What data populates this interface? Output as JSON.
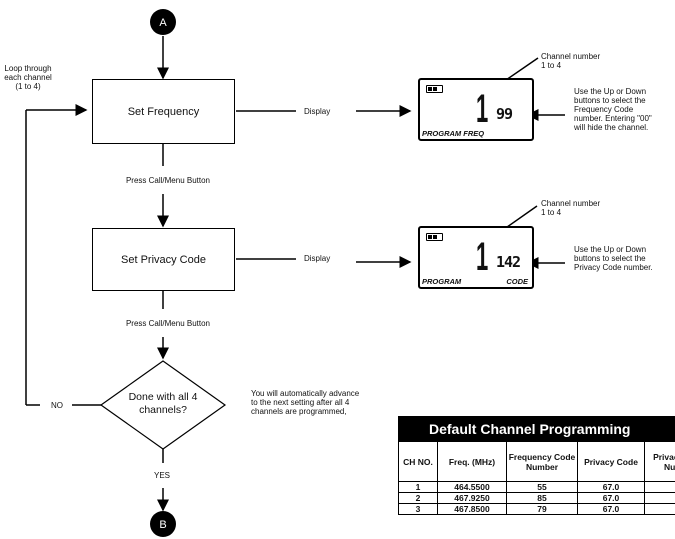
{
  "nodes": {
    "start": "A",
    "end": "B",
    "set_frequency": "Set Frequency",
    "set_privacy": "Set Privacy Code",
    "decision_line1": "Done with all 4",
    "decision_line2": "channels?"
  },
  "labels": {
    "loop_line1": "Loop through",
    "loop_line2": "each channel",
    "loop_line3": "(1 to 4)",
    "press_call_1": "Press Call/Menu Button",
    "press_call_2": "Press Call/Menu Button",
    "display_1": "Display",
    "display_2": "Display",
    "no": "NO",
    "yes": "YES",
    "auto_advance_1": "You will automatically advance",
    "auto_advance_2": "to the next setting after all 4",
    "auto_advance_3": "channels are programmed,"
  },
  "lcd_freq": {
    "channel": "1",
    "code": "99",
    "footer_left": "PROGRAM FREQ",
    "callout_channel_1": "Channel number",
    "callout_channel_2": "1 to 4",
    "callout_1": "Use the Up or Down",
    "callout_2": "buttons to select the",
    "callout_3": "Frequency Code",
    "callout_4": "number. Entering \"00\"",
    "callout_5": "will hide the channel."
  },
  "lcd_privacy": {
    "channel": "1",
    "code": "142",
    "footer_left": "PROGRAM",
    "footer_right": "CODE",
    "callout_channel_1": "Channel number",
    "callout_channel_2": "1 to 4",
    "callout_1": "Use the Up or Down",
    "callout_2": "buttons to select the",
    "callout_3": "Privacy Code number."
  },
  "table": {
    "title": "Default Channel Programming",
    "headers": [
      "CH NO.",
      "Freq. (MHz)",
      "Frequency Code Number",
      "Privacy Code",
      "Privacy Code Number"
    ],
    "rows": [
      [
        "1",
        "464.5500",
        "55",
        "67.0",
        ""
      ],
      [
        "2",
        "467.9250",
        "85",
        "67.0",
        ""
      ],
      [
        "3",
        "467.8500",
        "79",
        "67.0",
        ""
      ]
    ]
  }
}
